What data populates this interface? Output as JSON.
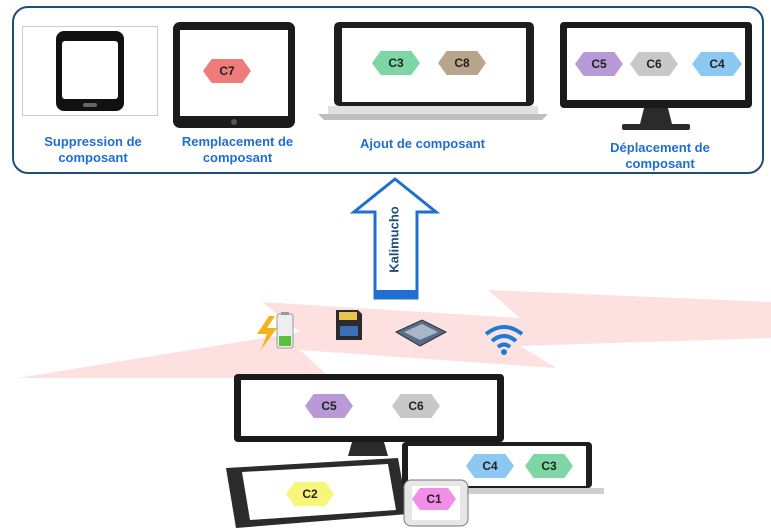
{
  "captions": {
    "suppression": "Suppression de\ncomposant",
    "remplacement": "Remplacement de\ncomposant",
    "ajout": "Ajout de composant",
    "deplacement": "Déplacement de\ncomposant"
  },
  "arrow_label": "Kalimucho",
  "components": {
    "top_tablet": "C7",
    "top_laptop_1": "C3",
    "top_laptop_2": "C8",
    "top_monitor_1": "C5",
    "top_monitor_2": "C6",
    "top_monitor_3": "C4",
    "bottom_monitor_1": "C5",
    "bottom_monitor_2": "C6",
    "bottom_laptop_1": "C4",
    "bottom_laptop_2": "C3",
    "bottom_tablet": "C2",
    "bottom_phone": "C1"
  },
  "colors": {
    "C1": "#f28ee8",
    "C2": "#f7f57a",
    "C3": "#7ed6a4",
    "C4": "#8cc8f2",
    "C5": "#b79ad6",
    "C6": "#c8c8c8",
    "C7": "#f07b7b",
    "C8": "#b8a58a",
    "panel_border": "#1f4e79",
    "caption": "#1f6fd0",
    "bolt": "#fde0e0"
  },
  "icons": [
    "battery-icon",
    "memory-card-icon",
    "cpu-icon",
    "wifi-icon"
  ]
}
